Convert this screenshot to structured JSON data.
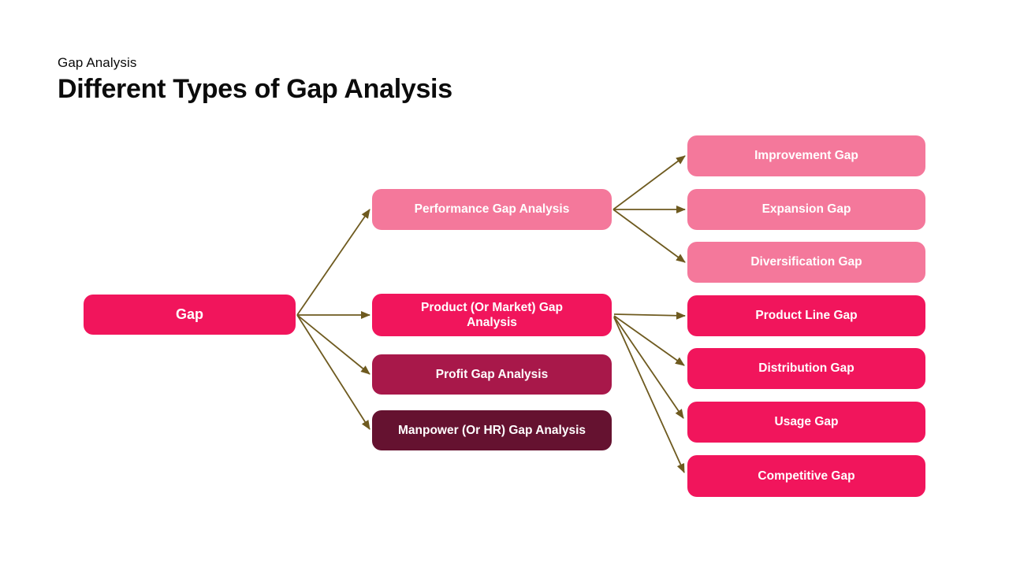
{
  "header": {
    "eyebrow": "Gap Analysis",
    "title": "Different Types of Gap Analysis"
  },
  "colors": {
    "background": "#ffffff",
    "heading_text": "#0b0b0b",
    "box_text": "#ffffff",
    "crimson": "#f1155c",
    "pink": "#f4789b",
    "dark_red": "#a8184a",
    "maroon": "#651230",
    "arrow": "#6e5a1f"
  },
  "diagram": {
    "type": "tree",
    "root": {
      "label": "Gap",
      "color_key": "crimson"
    },
    "branches": [
      {
        "label": "Performance Gap Analysis",
        "color_key": "pink",
        "parent": "Gap"
      },
      {
        "label": "Product (Or Market) Gap Analysis",
        "color_key": "crimson",
        "parent": "Gap"
      },
      {
        "label": "Profit Gap Analysis",
        "color_key": "dark_red",
        "parent": "Gap"
      },
      {
        "label": "Manpower (Or HR) Gap Analysis",
        "color_key": "maroon",
        "parent": "Gap"
      }
    ],
    "leaves": [
      {
        "label": "Improvement Gap",
        "color_key": "pink",
        "parent": "Performance Gap Analysis"
      },
      {
        "label": "Expansion Gap",
        "color_key": "pink",
        "parent": "Performance Gap Analysis"
      },
      {
        "label": "Diversification Gap",
        "color_key": "pink",
        "parent": "Performance Gap Analysis"
      },
      {
        "label": "Product Line Gap",
        "color_key": "crimson",
        "parent": "Product (Or Market) Gap Analysis"
      },
      {
        "label": "Distribution Gap",
        "color_key": "crimson",
        "parent": "Product (Or Market) Gap Analysis"
      },
      {
        "label": "Usage Gap",
        "color_key": "crimson",
        "parent": "Product (Or Market) Gap Analysis"
      },
      {
        "label": "Competitive Gap",
        "color_key": "crimson",
        "parent": "Product (Or Market) Gap Analysis"
      }
    ]
  }
}
